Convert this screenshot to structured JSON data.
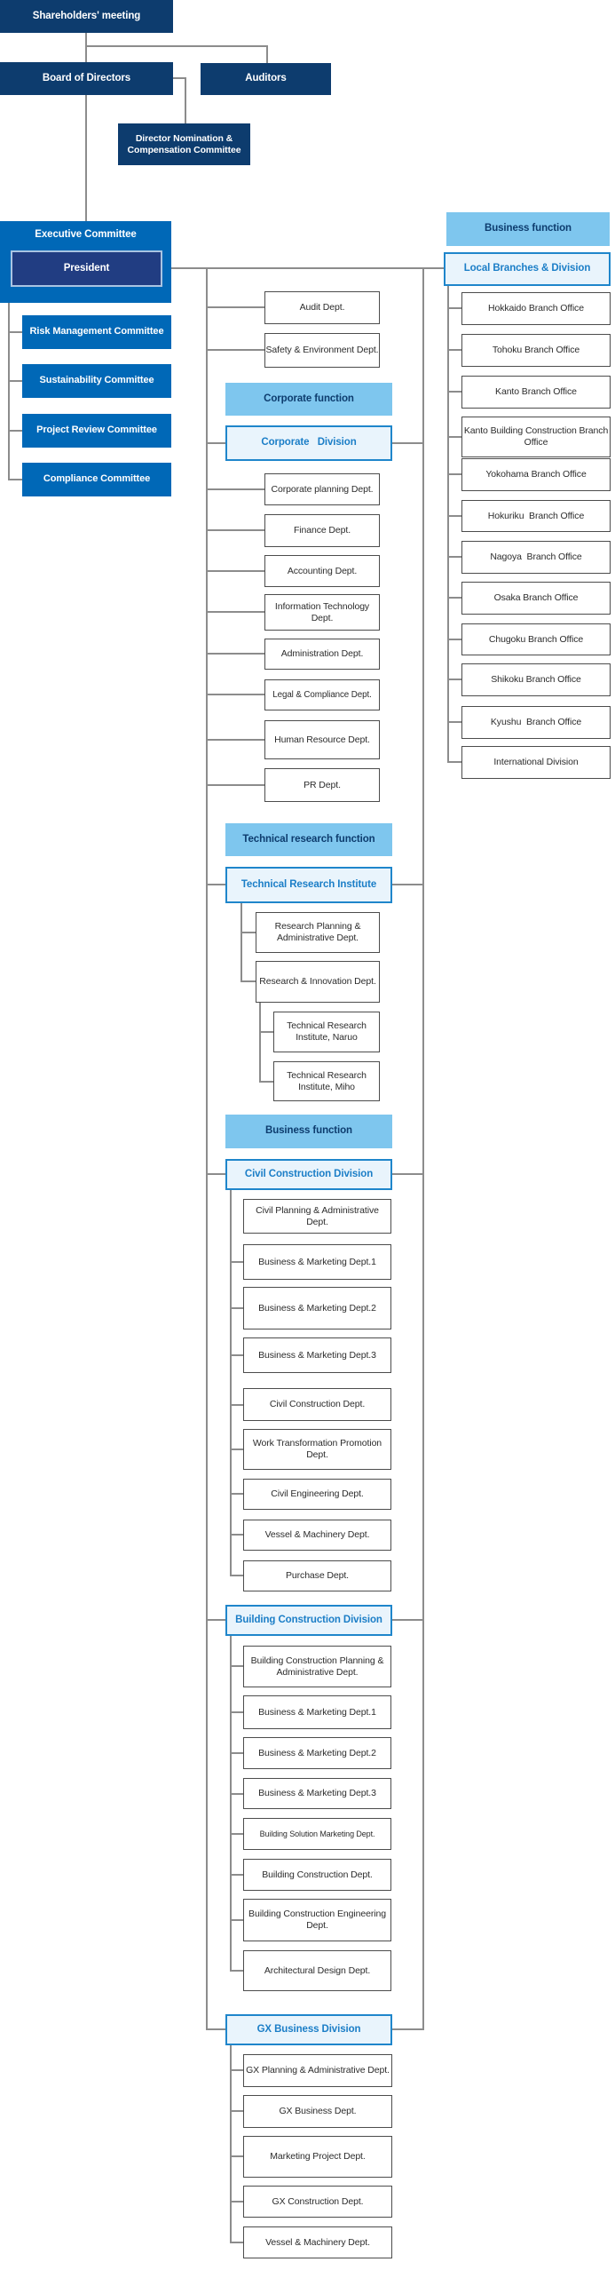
{
  "governance": {
    "shareholders_meeting": "Shareholders' meeting",
    "board_of_directors": "Board of Directors",
    "auditors": "Auditors",
    "director_nomination_committee": "Director Nomination & Compensation Committee"
  },
  "executive": {
    "executive_committee": "Executive Committee",
    "president": "President",
    "committees": [
      "Risk Management Committee",
      "Sustainability Committee",
      "Project Review Committee",
      "Compliance Committee"
    ]
  },
  "direct_depts": [
    "Audit Dept.",
    "Safety & Environment Dept."
  ],
  "corporate_function": {
    "banner": "Corporate function",
    "division": "Corporate   Division",
    "depts": [
      "Corporate planning Dept.",
      "Finance Dept.",
      "Accounting Dept.",
      "Information Technology Dept.",
      "Administration Dept.",
      "Legal & Compliance Dept.",
      "Human Resource Dept.",
      "PR Dept."
    ]
  },
  "technical_research_function": {
    "banner": "Technical research function",
    "division": "Technical Research Institute",
    "depts": [
      "Research Planning & Administrative Dept.",
      "Research & Innovation Dept."
    ],
    "institutes": [
      "Technical Research Institute, Naruo",
      "Technical Research Institute, Miho"
    ]
  },
  "business_function": {
    "banner": "Business function",
    "civil_division": {
      "title": "Civil Construction Division",
      "depts": [
        "Civil Planning & Administrative Dept.",
        "Business & Marketing Dept.1",
        "Business & Marketing Dept.2",
        "Business & Marketing Dept.3",
        "Civil Construction Dept.",
        "Work Transformation Promotion Dept.",
        "Civil Engineering Dept.",
        "Vessel & Machinery Dept.",
        "Purchase Dept."
      ]
    },
    "building_division": {
      "title": "Building Construction Division",
      "depts": [
        "Building Construction Planning & Administrative Dept.",
        "Business & Marketing Dept.1",
        "Business & Marketing Dept.2",
        "Business & Marketing Dept.3",
        "Building Solution Marketing Dept.",
        "Building Construction Dept.",
        "Building Construction Engineering Dept.",
        "Architectural Design Dept."
      ]
    },
    "gx_division": {
      "title": "GX Business Division",
      "depts": [
        "GX Planning & Administrative Dept.",
        "GX Business Dept.",
        "Marketing Project Dept.",
        "GX Construction Dept.",
        "Vessel & Machinery Dept."
      ]
    }
  },
  "branches": {
    "banner": "Business function",
    "division": "Local Branches & Division",
    "offices": [
      "Hokkaido Branch Office",
      "Tohoku Branch Office",
      "Kanto Branch Office",
      "Kanto Building Construction Branch Office",
      "Yokohama Branch Office",
      "Hokuriku  Branch Office",
      "Nagoya  Branch Office",
      "Osaka Branch Office",
      "Chugoku Branch Office",
      "Shikoku Branch Office",
      "Kyushu  Branch Office",
      "International Division"
    ]
  },
  "colors": {
    "navy": "#0d3c6e",
    "blue": "#0068b7",
    "president_fill": "#213d82",
    "president_border": "#a9c4e2",
    "banner_blue": "#7ec6ee",
    "division_fill": "#e9f4fc",
    "division_border": "#1f86cb",
    "division_text": "#1b7ec7",
    "connector_gray": "#8c8c8c"
  }
}
